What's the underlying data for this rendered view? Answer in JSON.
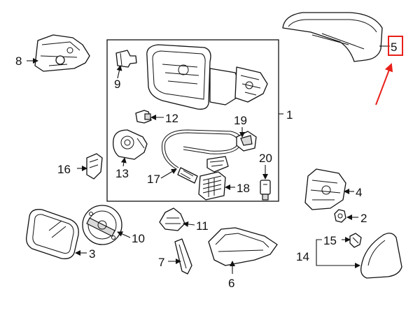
{
  "callouts": {
    "c1": "1",
    "c2": "2",
    "c3": "3",
    "c4": "4",
    "c5": "5",
    "c6": "6",
    "c7": "7",
    "c8": "8",
    "c9": "9",
    "c10": "10",
    "c11": "11",
    "c12": "12",
    "c13": "13",
    "c14": "14",
    "c15": "15",
    "c16": "16",
    "c17": "17",
    "c18": "18",
    "c19": "19",
    "c20": "20"
  },
  "highlight": {
    "callout": "5",
    "box_color": "#e8201a",
    "arrow_color": "#e8201a"
  }
}
